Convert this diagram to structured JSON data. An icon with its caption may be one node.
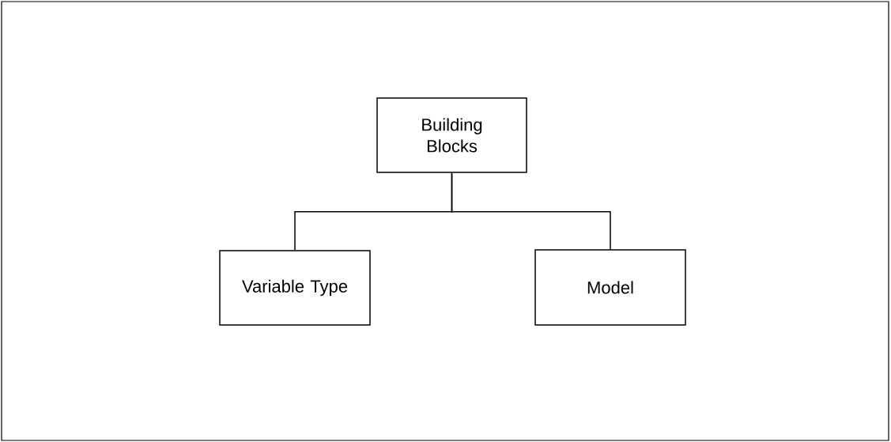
{
  "diagram": {
    "nodes": [
      {
        "text": [
          "Building Blocks"
        ]
      },
      {
        "text": [
          "Variable Type"
        ]
      },
      {
        "text": [
          "Model"
        ]
      }
    ],
    "edges": [
      {
        "from": 0,
        "to": 1,
        "arrow": "none"
      },
      {
        "from": 0,
        "to": 2,
        "arrow": "none"
      }
    ]
  }
}
